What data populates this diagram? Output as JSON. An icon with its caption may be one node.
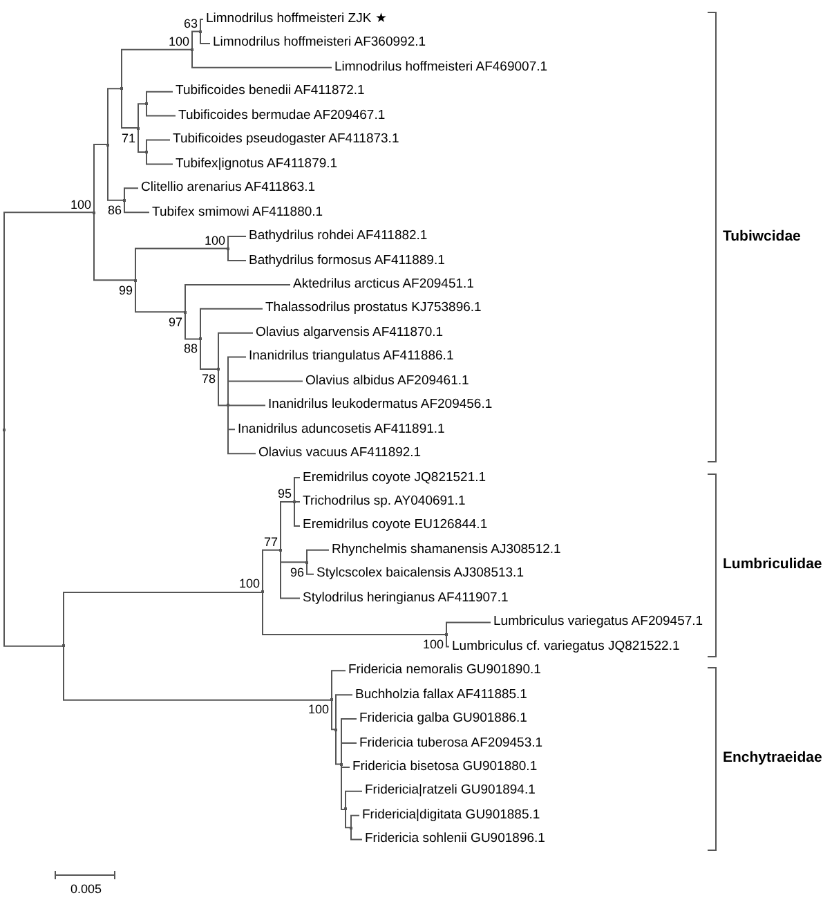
{
  "diagram": {
    "nodes": [
      {
        "text": [],
        "shape": "point"
      },
      {
        "text": [],
        "shape": "point",
        "beside": [
          "100"
        ]
      },
      {
        "text": [],
        "shape": "point"
      },
      {
        "text": [],
        "shape": "point"
      },
      {
        "text": [],
        "shape": "point",
        "beside": [
          "100"
        ]
      },
      {
        "text": [],
        "shape": "point",
        "beside": [
          "63"
        ]
      },
      {
        "text": [
          "Limnodrilus hoffmeisteri ZJK ★"
        ]
      },
      {
        "text": [
          "Limnodrilus hoffmeisteri AF360992.1"
        ]
      },
      {
        "text": [
          "Limnodrilus hoffmeisteri AF469007.1"
        ]
      },
      {
        "text": [],
        "shape": "point",
        "beside": [
          "71"
        ]
      },
      {
        "text": [],
        "shape": "point"
      },
      {
        "text": [
          "Tubificoides benedii AF411872.1"
        ]
      },
      {
        "text": [
          "Tubificoides bermudae AF209467.1"
        ]
      },
      {
        "text": [],
        "shape": "point"
      },
      {
        "text": [
          "Tubificoides pseudogaster AF411873.1"
        ]
      },
      {
        "text": [
          "Tubifex|ignotus AF411879.1"
        ]
      },
      {
        "text": [],
        "shape": "point",
        "beside": [
          "86"
        ]
      },
      {
        "text": [
          "Clitellio arenarius AF411863.1"
        ]
      },
      {
        "text": [
          "Tubifex smimowi AF411880.1"
        ]
      },
      {
        "text": [],
        "shape": "point",
        "beside": [
          "99"
        ]
      },
      {
        "text": [],
        "shape": "point",
        "beside": [
          "100"
        ]
      },
      {
        "text": [
          "Bathydrilus rohdei AF411882.1"
        ]
      },
      {
        "text": [
          "Bathydrilus formosus AF411889.1"
        ]
      },
      {
        "text": [],
        "shape": "point",
        "beside": [
          "97"
        ]
      },
      {
        "text": [
          "Aktedrilus arcticus AF209451.1"
        ]
      },
      {
        "text": [],
        "shape": "point",
        "beside": [
          "88"
        ]
      },
      {
        "text": [
          "Thalassodrilus prostatus KJ753896.1"
        ]
      },
      {
        "text": [],
        "shape": "point",
        "beside": [
          "78"
        ]
      },
      {
        "text": [
          "Olavius algarvensis AF411870.1"
        ]
      },
      {
        "text": [],
        "shape": "point"
      },
      {
        "text": [
          "Inanidrilus triangulatus AF411886.1"
        ]
      },
      {
        "text": [
          "Olavius albidus AF209461.1"
        ]
      },
      {
        "text": [
          "Inanidrilus leukodermatus AF209456.1"
        ]
      },
      {
        "text": [
          "Inanidrilus aduncosetis AF411891.1"
        ]
      },
      {
        "text": [
          "Olavius vacuus AF411892.1"
        ]
      },
      {
        "text": [],
        "shape": "point"
      },
      {
        "text": [],
        "shape": "point",
        "beside": [
          "100"
        ]
      },
      {
        "text": [],
        "shape": "point",
        "beside": [
          "77"
        ]
      },
      {
        "text": [],
        "shape": "point",
        "beside": [
          "95"
        ]
      },
      {
        "text": [
          "Eremidrilus coyote JQ821521.1"
        ]
      },
      {
        "text": [
          "Trichodrilus sp. AY040691.1"
        ]
      },
      {
        "text": [
          "Eremidrilus coyote EU126844.1"
        ]
      },
      {
        "text": [],
        "shape": "point",
        "beside": [
          "96"
        ]
      },
      {
        "text": [
          "Rhynchelmis shamanensis AJ308512.1"
        ]
      },
      {
        "text": [
          "Stylcscolex baicalensis AJ308513.1"
        ]
      },
      {
        "text": [
          "Stylodrilus heringianus AF411907.1"
        ]
      },
      {
        "text": [],
        "shape": "point",
        "beside": [
          "100"
        ]
      },
      {
        "text": [
          "Lumbriculus variegatus AF209457.1"
        ]
      },
      {
        "text": [
          "Lumbriculus cf. variegatus JQ821522.1"
        ]
      },
      {
        "text": [],
        "shape": "point",
        "beside": [
          "100"
        ]
      },
      {
        "text": [
          "Fridericia nemoralis GU901890.1"
        ]
      },
      {
        "text": [],
        "shape": "point"
      },
      {
        "text": [
          "Buchholzia fallax AF411885.1"
        ]
      },
      {
        "text": [],
        "shape": "point"
      },
      {
        "text": [
          "Fridericia galba GU901886.1"
        ]
      },
      {
        "text": [
          "Fridericia tuberosa AF209453.1"
        ]
      },
      {
        "text": [
          "Fridericia bisetosa GU901880.1"
        ]
      },
      {
        "text": [],
        "shape": "point"
      },
      {
        "text": [
          "Fridericia|ratzeli GU901894.1"
        ]
      },
      {
        "text": [],
        "shape": "point"
      },
      {
        "text": [
          "Fridericia|digitata GU901885.1"
        ]
      },
      {
        "text": [
          "Fridericia sohlenii GU901896.1"
        ]
      }
    ],
    "edges": [
      {
        "from": 0,
        "to": 1,
        "arrow": "none"
      },
      {
        "from": 0,
        "to": 35,
        "arrow": "none"
      },
      {
        "from": 1,
        "to": 2,
        "arrow": "none"
      },
      {
        "from": 1,
        "to": 19,
        "arrow": "none"
      },
      {
        "from": 2,
        "to": 3,
        "arrow": "none"
      },
      {
        "from": 2,
        "to": 16,
        "arrow": "none"
      },
      {
        "from": 3,
        "to": 4,
        "arrow": "none"
      },
      {
        "from": 3,
        "to": 9,
        "arrow": "none"
      },
      {
        "from": 4,
        "to": 5,
        "arrow": "none"
      },
      {
        "from": 4,
        "to": 8,
        "arrow": "none"
      },
      {
        "from": 5,
        "to": 6,
        "arrow": "none"
      },
      {
        "from": 5,
        "to": 7,
        "arrow": "none"
      },
      {
        "from": 9,
        "to": 10,
        "arrow": "none"
      },
      {
        "from": 9,
        "to": 13,
        "arrow": "none"
      },
      {
        "from": 10,
        "to": 11,
        "arrow": "none"
      },
      {
        "from": 10,
        "to": 12,
        "arrow": "none"
      },
      {
        "from": 13,
        "to": 14,
        "arrow": "none"
      },
      {
        "from": 13,
        "to": 15,
        "arrow": "none"
      },
      {
        "from": 16,
        "to": 17,
        "arrow": "none"
      },
      {
        "from": 16,
        "to": 18,
        "arrow": "none"
      },
      {
        "from": 19,
        "to": 20,
        "arrow": "none"
      },
      {
        "from": 19,
        "to": 23,
        "arrow": "none"
      },
      {
        "from": 20,
        "to": 21,
        "arrow": "none"
      },
      {
        "from": 20,
        "to": 22,
        "arrow": "none"
      },
      {
        "from": 23,
        "to": 24,
        "arrow": "none"
      },
      {
        "from": 23,
        "to": 25,
        "arrow": "none"
      },
      {
        "from": 25,
        "to": 26,
        "arrow": "none"
      },
      {
        "from": 25,
        "to": 27,
        "arrow": "none"
      },
      {
        "from": 27,
        "to": 28,
        "arrow": "none"
      },
      {
        "from": 27,
        "to": 29,
        "arrow": "none"
      },
      {
        "from": 29,
        "to": 30,
        "arrow": "none"
      },
      {
        "from": 29,
        "to": 31,
        "arrow": "none"
      },
      {
        "from": 29,
        "to": 32,
        "arrow": "none"
      },
      {
        "from": 29,
        "to": 33,
        "arrow": "none"
      },
      {
        "from": 29,
        "to": 34,
        "arrow": "none"
      },
      {
        "from": 35,
        "to": 36,
        "arrow": "none"
      },
      {
        "from": 35,
        "to": 49,
        "arrow": "none"
      },
      {
        "from": 36,
        "to": 37,
        "arrow": "none"
      },
      {
        "from": 36,
        "to": 46,
        "arrow": "none"
      },
      {
        "from": 37,
        "to": 38,
        "arrow": "none"
      },
      {
        "from": 37,
        "to": 42,
        "arrow": "none"
      },
      {
        "from": 37,
        "to": 45,
        "arrow": "none"
      },
      {
        "from": 38,
        "to": 39,
        "arrow": "none"
      },
      {
        "from": 38,
        "to": 40,
        "arrow": "none"
      },
      {
        "from": 38,
        "to": 41,
        "arrow": "none"
      },
      {
        "from": 42,
        "to": 43,
        "arrow": "none"
      },
      {
        "from": 42,
        "to": 44,
        "arrow": "none"
      },
      {
        "from": 46,
        "to": 47,
        "arrow": "none"
      },
      {
        "from": 46,
        "to": 48,
        "arrow": "none"
      },
      {
        "from": 49,
        "to": 50,
        "arrow": "none"
      },
      {
        "from": 49,
        "to": 51,
        "arrow": "none"
      },
      {
        "from": 51,
        "to": 52,
        "arrow": "none"
      },
      {
        "from": 51,
        "to": 53,
        "arrow": "none"
      },
      {
        "from": 53,
        "to": 54,
        "arrow": "none"
      },
      {
        "from": 53,
        "to": 55,
        "arrow": "none"
      },
      {
        "from": 53,
        "to": 56,
        "arrow": "none"
      },
      {
        "from": 53,
        "to": 57,
        "arrow": "none"
      },
      {
        "from": 57,
        "to": 58,
        "arrow": "none"
      },
      {
        "from": 57,
        "to": 59,
        "arrow": "none"
      },
      {
        "from": 59,
        "to": 60,
        "arrow": "none"
      },
      {
        "from": 59,
        "to": 61,
        "arrow": "none"
      }
    ],
    "labels": [
      "Tubiwcidae",
      "Lumbriculidae",
      "Enchytraeidae",
      "0.005"
    ]
  }
}
